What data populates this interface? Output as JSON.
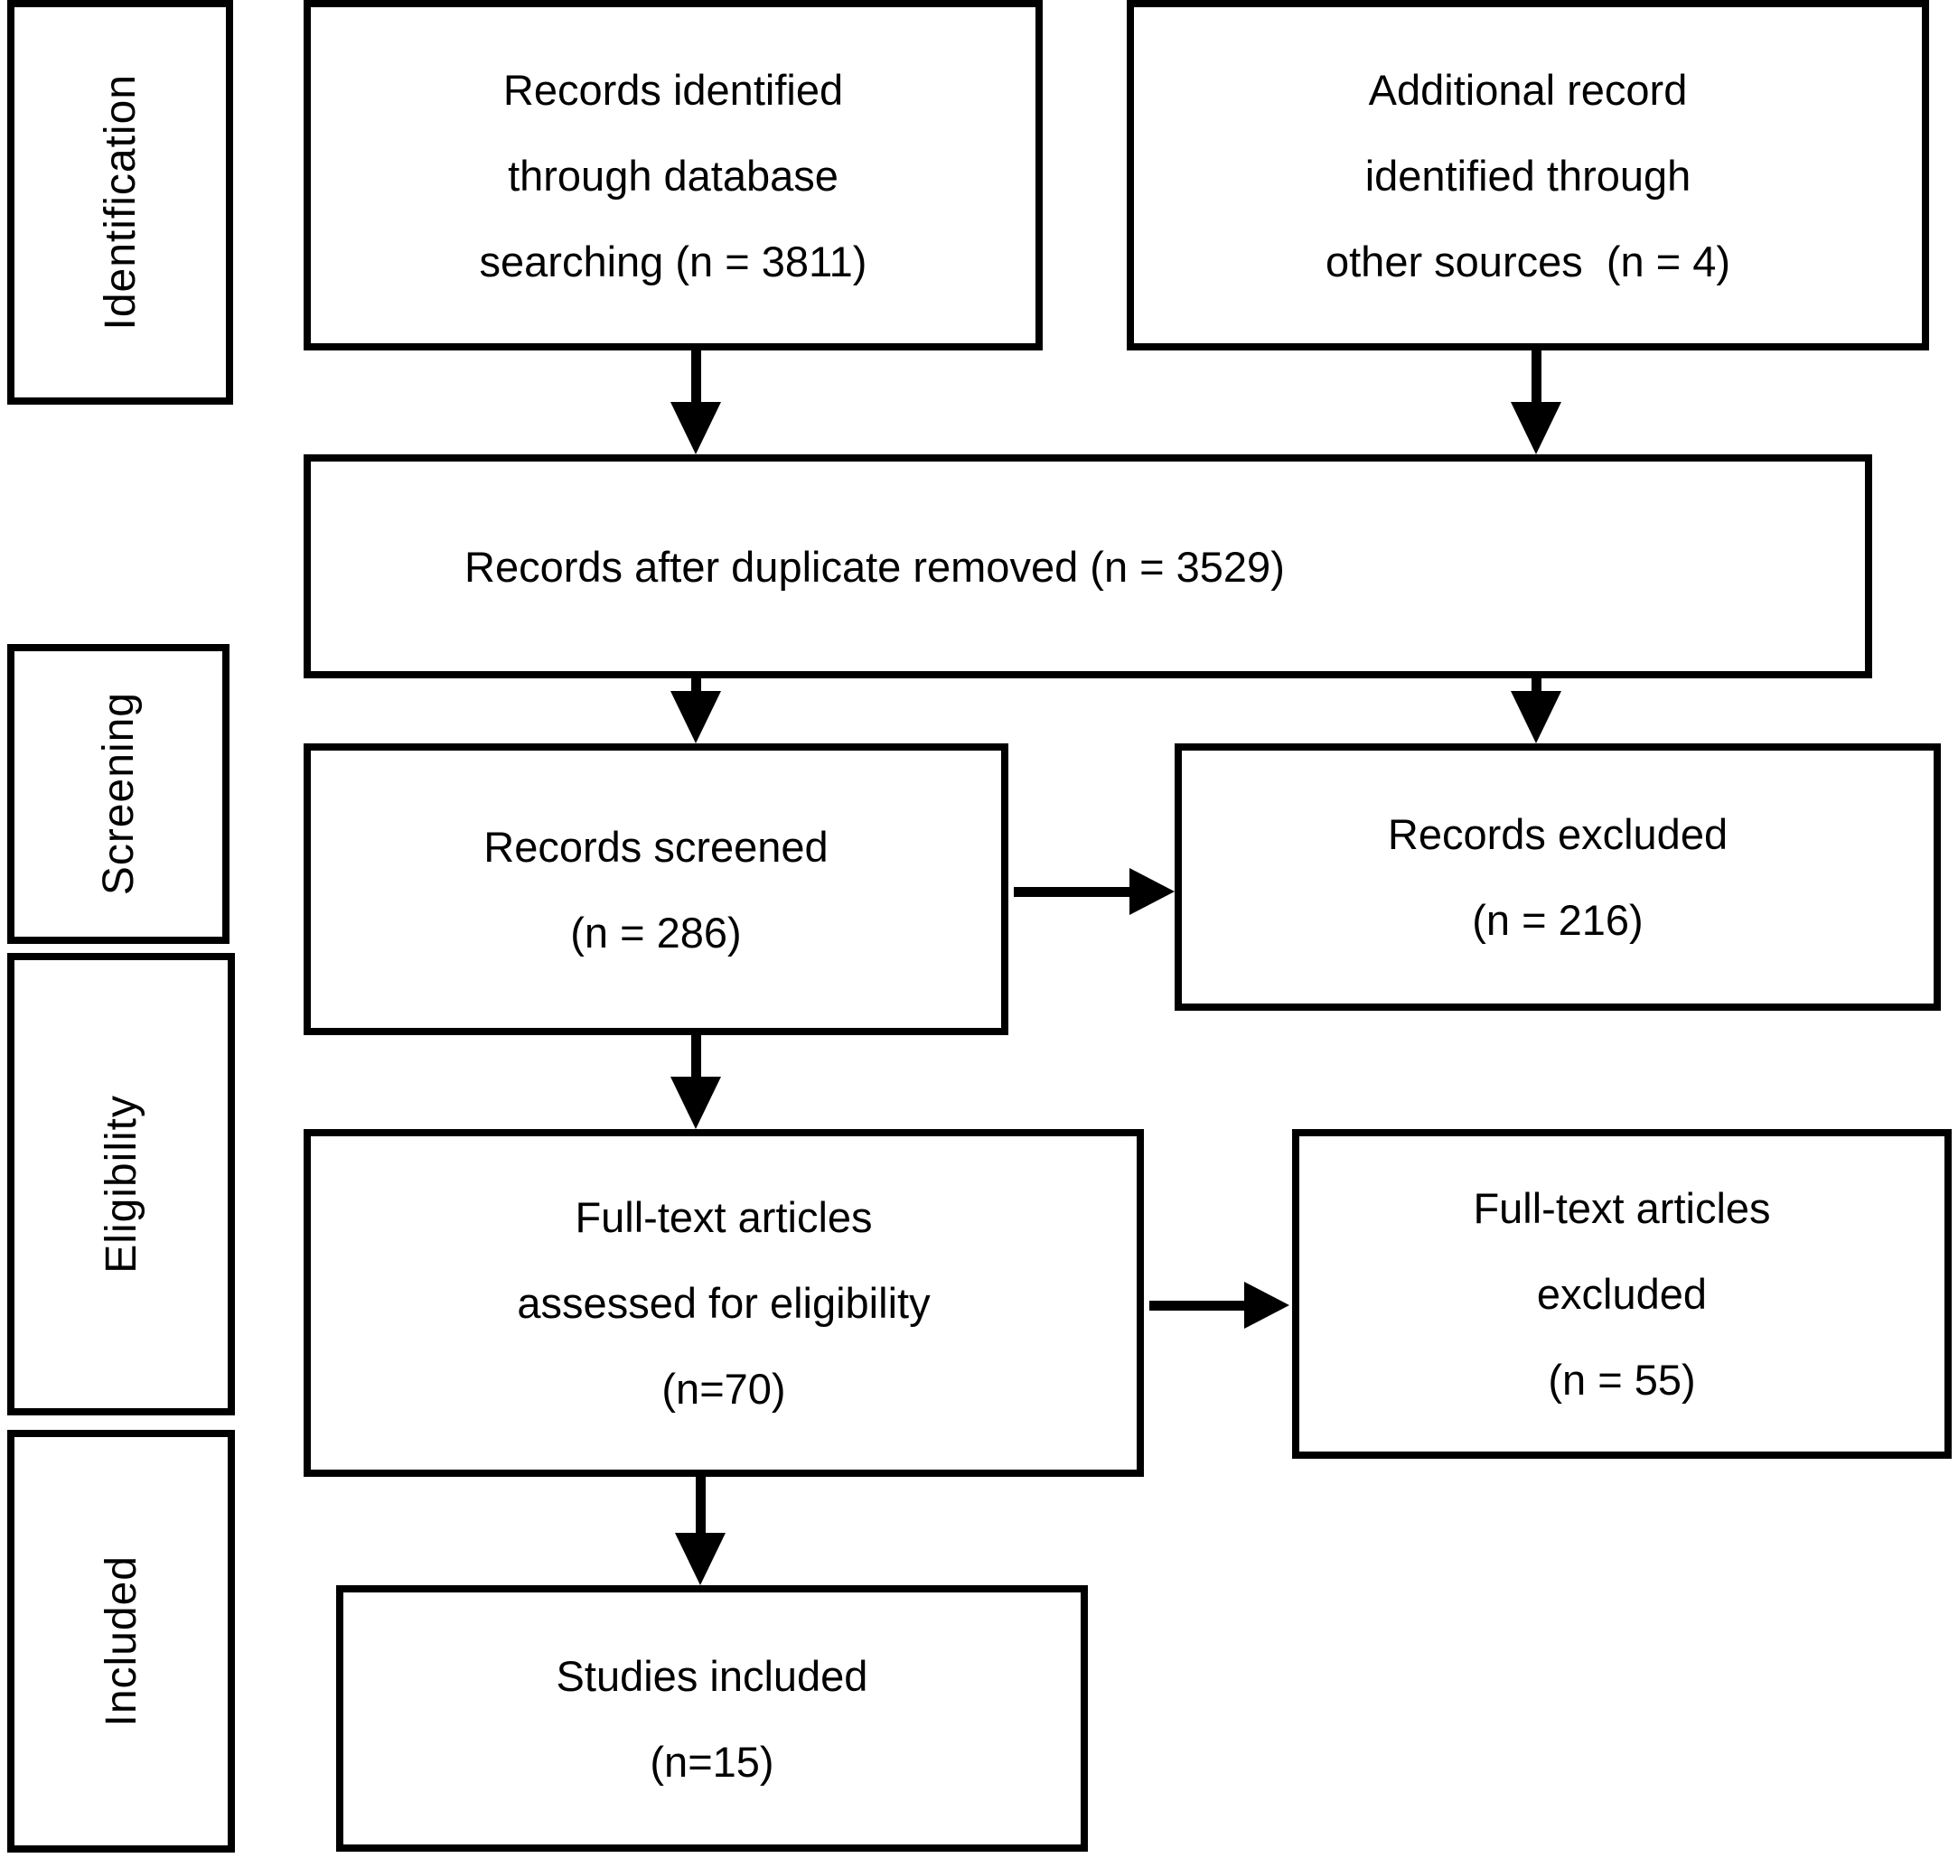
{
  "diagram": {
    "stages": [
      {
        "label": "Identification"
      },
      {
        "label": "Screening"
      },
      {
        "label": "Eligibility"
      },
      {
        "label": "Included"
      }
    ],
    "boxes": {
      "records_identified": {
        "lines": [
          "Records identified",
          "through database",
          "searching (n = 3811)"
        ]
      },
      "additional_records": {
        "lines": [
          "Additional record",
          "identified through",
          "other sources  (n = 4)"
        ]
      },
      "duplicates_removed": {
        "line": "Records after duplicate removed (n = 3529)"
      },
      "records_screened": {
        "lines": [
          "Records screened",
          "(n = 286)"
        ]
      },
      "records_excluded": {
        "lines": [
          "Records excluded",
          "(n = 216)"
        ]
      },
      "fulltext_assessed": {
        "lines": [
          "Full-text articles",
          "assessed for eligibility",
          "(n=70)"
        ]
      },
      "fulltext_excluded": {
        "lines": [
          "Full-text articles",
          "excluded",
          "(n = 55)"
        ]
      },
      "studies_included": {
        "lines": [
          "Studies included",
          "(n=15)"
        ]
      }
    },
    "colors": {
      "ink": "#000000",
      "paper": "#ffffff"
    }
  }
}
